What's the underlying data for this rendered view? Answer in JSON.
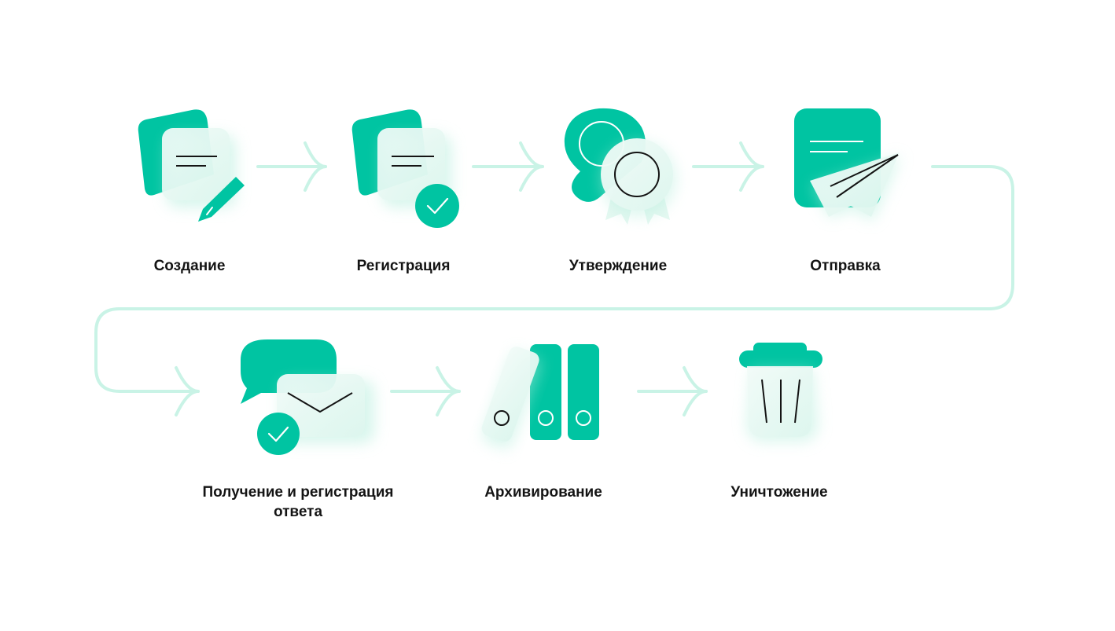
{
  "colors": {
    "accent": "#00C4A2",
    "accent_light": "#D8F5EC",
    "connector": "#C9F3E6",
    "glass": "#F4FBF9",
    "stroke": "#141414",
    "text": "#141414"
  },
  "steps": [
    {
      "label": "Создание",
      "icon": "document-pencil-icon"
    },
    {
      "label": "Регистрация",
      "icon": "document-check-icon"
    },
    {
      "label": "Утверждение",
      "icon": "seal-award-icon"
    },
    {
      "label": "Отправка",
      "icon": "paper-plane-icon"
    },
    {
      "label": "Получение и регистрация ответа",
      "icon": "chat-envelope-check-icon"
    },
    {
      "label": "Архивирование",
      "icon": "archive-binders-icon"
    },
    {
      "label": "Уничтожение",
      "icon": "trash-bin-icon"
    }
  ]
}
